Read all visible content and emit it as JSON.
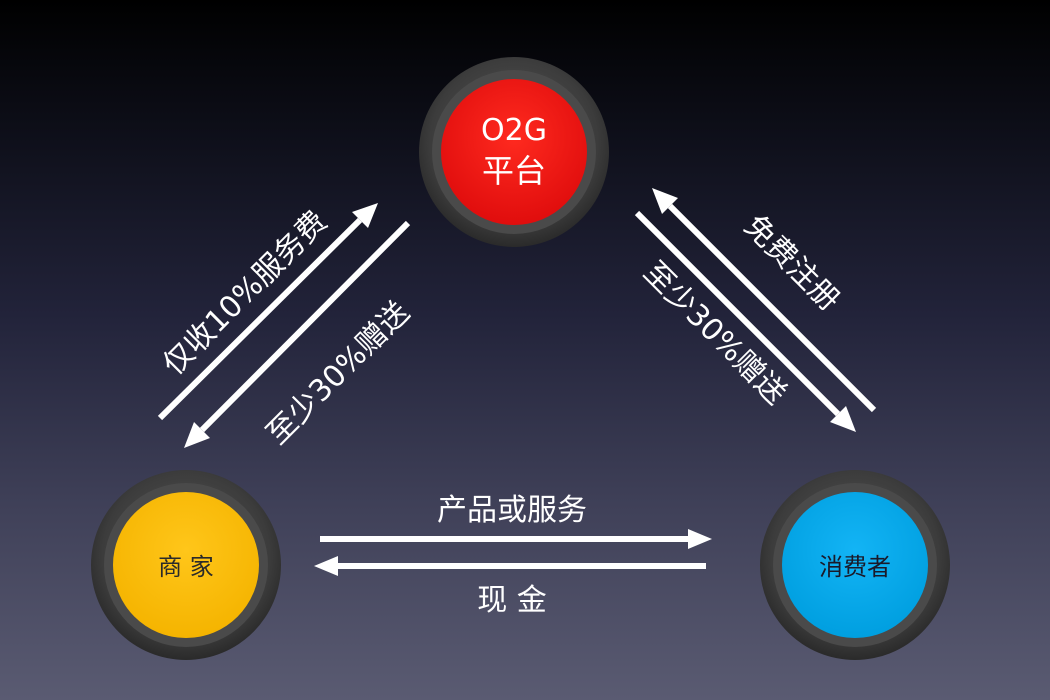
{
  "nodes": {
    "platform": {
      "line1": "O2G",
      "line2": "平台",
      "color": "#ee1111"
    },
    "merchant": {
      "label": "商 家",
      "color": "#ffbf00"
    },
    "consumer": {
      "label": "消费者",
      "color": "#00a8ec"
    }
  },
  "edges": {
    "merchant_to_platform": "仅收10%服务费",
    "platform_to_merchant": "至少30%赠送",
    "consumer_to_platform": "免费注册",
    "platform_to_consumer": "至少30%赠送",
    "merchant_to_consumer": "产品或服务",
    "consumer_to_merchant": "现 金"
  },
  "colors": {
    "ring_outer": "#3a3a3a",
    "ring_inner": "#555555",
    "arrow": "#ffffff",
    "text": "#ffffff"
  }
}
